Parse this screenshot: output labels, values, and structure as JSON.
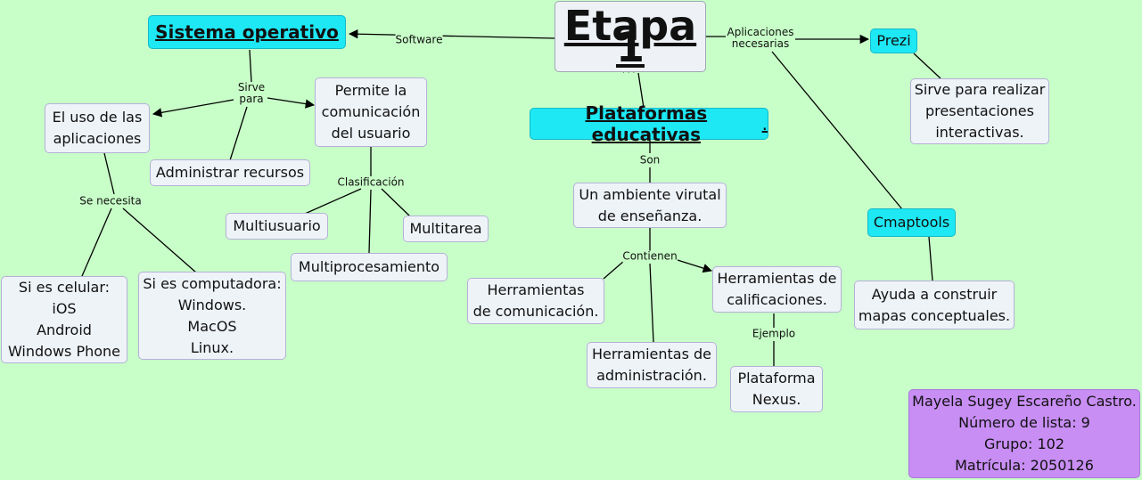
{
  "main": {
    "title": "Etapa 1"
  },
  "left": {
    "title": "Sistema operativo",
    "link_label": "Software",
    "serve_label": "Sirve\npara",
    "uso": "El uso de las\naplicaciones",
    "admin": "Administrar recursos",
    "comunicacion": "Permite la\ncomunicación\ndel usuario",
    "necesita_label": "Se necesita",
    "celular": "Si es celular:\niOS\nAndroid\nWindows Phone",
    "computadora": "Si es computadora:\nWindows.\nMacOS\nLinux.",
    "clasificacion_label": "Clasificación",
    "multiusuario": "Multiusuario",
    "multitarea": "Multitarea",
    "multiprocesamiento": "Multiprocesamiento"
  },
  "center": {
    "title": "Plataformas educativas",
    "title_suffix": ".",
    "son_label": "Son",
    "ambiente": "Un ambiente virutal\nde enseñanza.",
    "contienen_label": "Contienen",
    "comunicacion": "Herramientas\nde comunicación.",
    "administracion": "Herramientas de\nadministración.",
    "calificaciones": "Herramientas de\ncalificaciones.",
    "ejemplo_label": "Ejemplo",
    "nexus": "Plataforma\nNexus."
  },
  "right": {
    "apps_label": "Aplicaciones\nnecesarias",
    "prezi": "Prezi",
    "prezi_desc": "Sirve para realizar\npresentaciones\ninteractivas.",
    "cmaptools": "Cmaptools",
    "cmaptools_desc": "Ayuda a construir\nmapas conceptuales."
  },
  "author": {
    "info": "Mayela Sugey Escareño Castro.\nNúmero de lista: 9\nGrupo: 102\nMatrícula: 2050126"
  },
  "colors": {
    "background": "#c8ffc8",
    "accent": "#1de8f4",
    "author_box": "#c88ef4"
  }
}
